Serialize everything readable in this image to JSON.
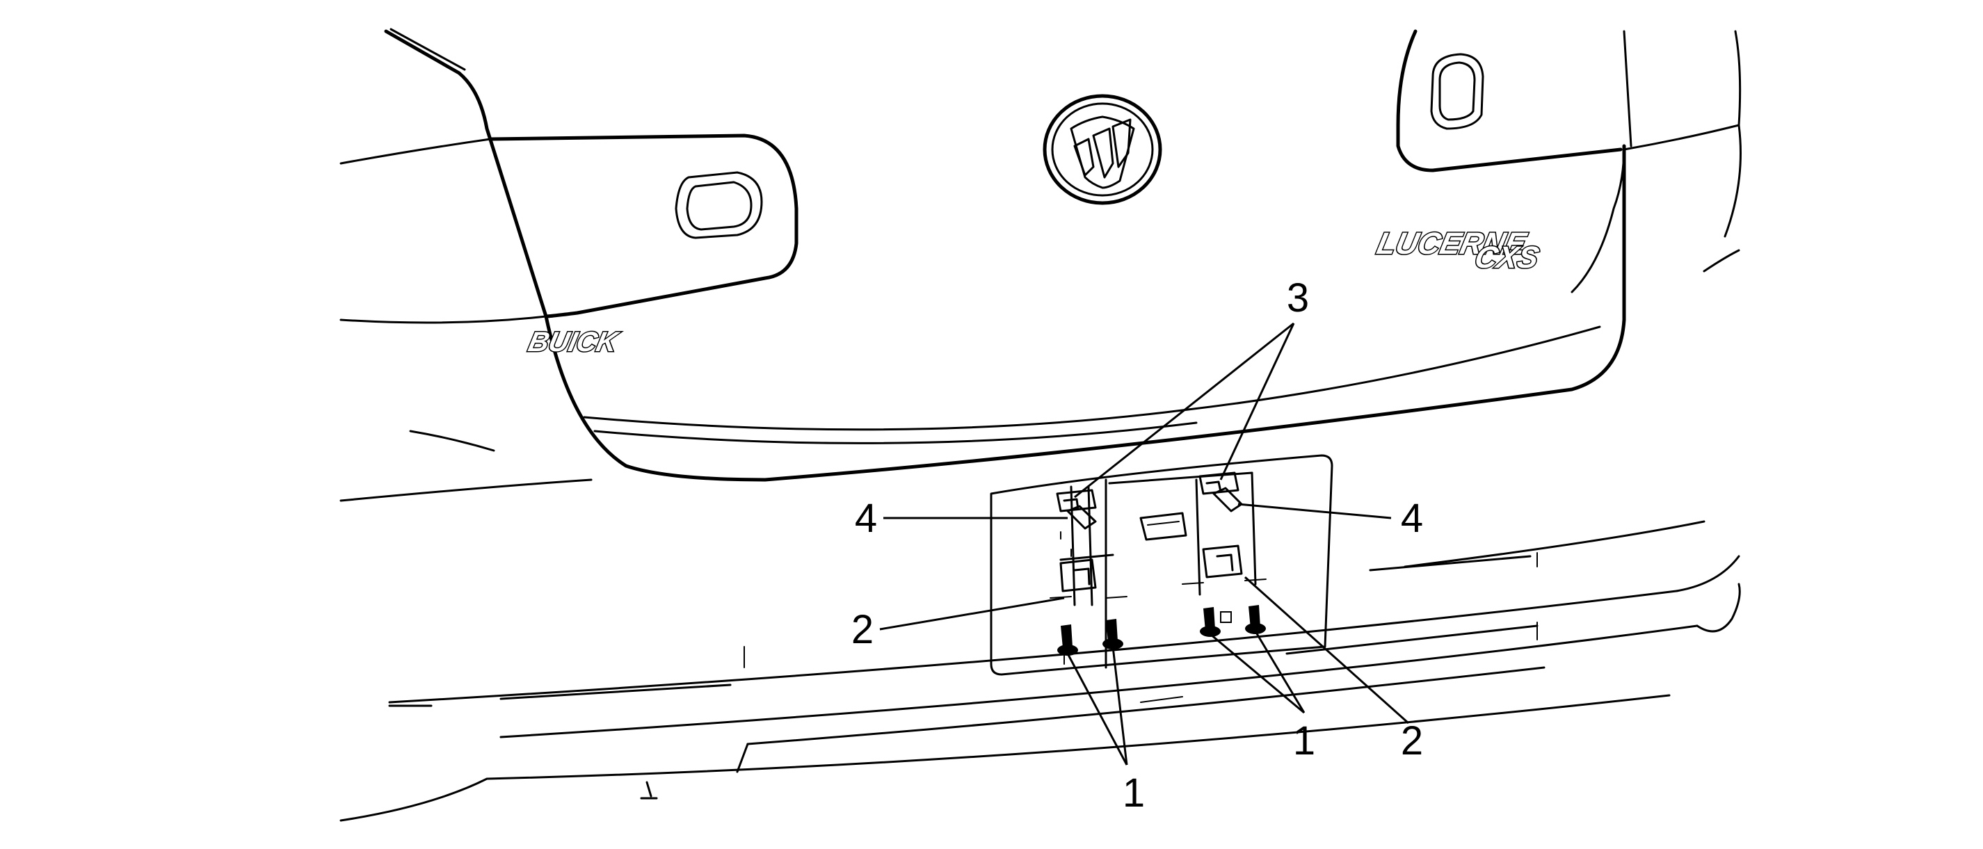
{
  "emblems": {
    "left_badge": "BUICK",
    "model": "LUCERNE",
    "trim": "CXS"
  },
  "callouts": [
    {
      "id": "c1a",
      "label": "1"
    },
    {
      "id": "c1b",
      "label": "1"
    },
    {
      "id": "c2a",
      "label": "2"
    },
    {
      "id": "c2b",
      "label": "2"
    },
    {
      "id": "c3",
      "label": "3"
    },
    {
      "id": "c4a",
      "label": "4"
    },
    {
      "id": "c4b",
      "label": "4"
    }
  ]
}
